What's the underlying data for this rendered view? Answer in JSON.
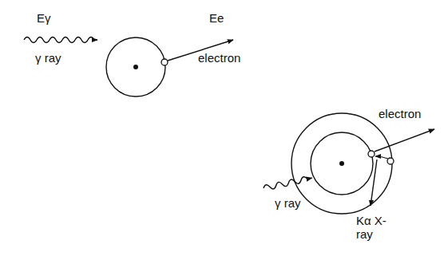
{
  "diagram": {
    "labels": [
      "Eγ",
      "γ ray",
      "Ee",
      "electron",
      "electron",
      "γ ray",
      "Kα X-ray"
    ]
  }
}
